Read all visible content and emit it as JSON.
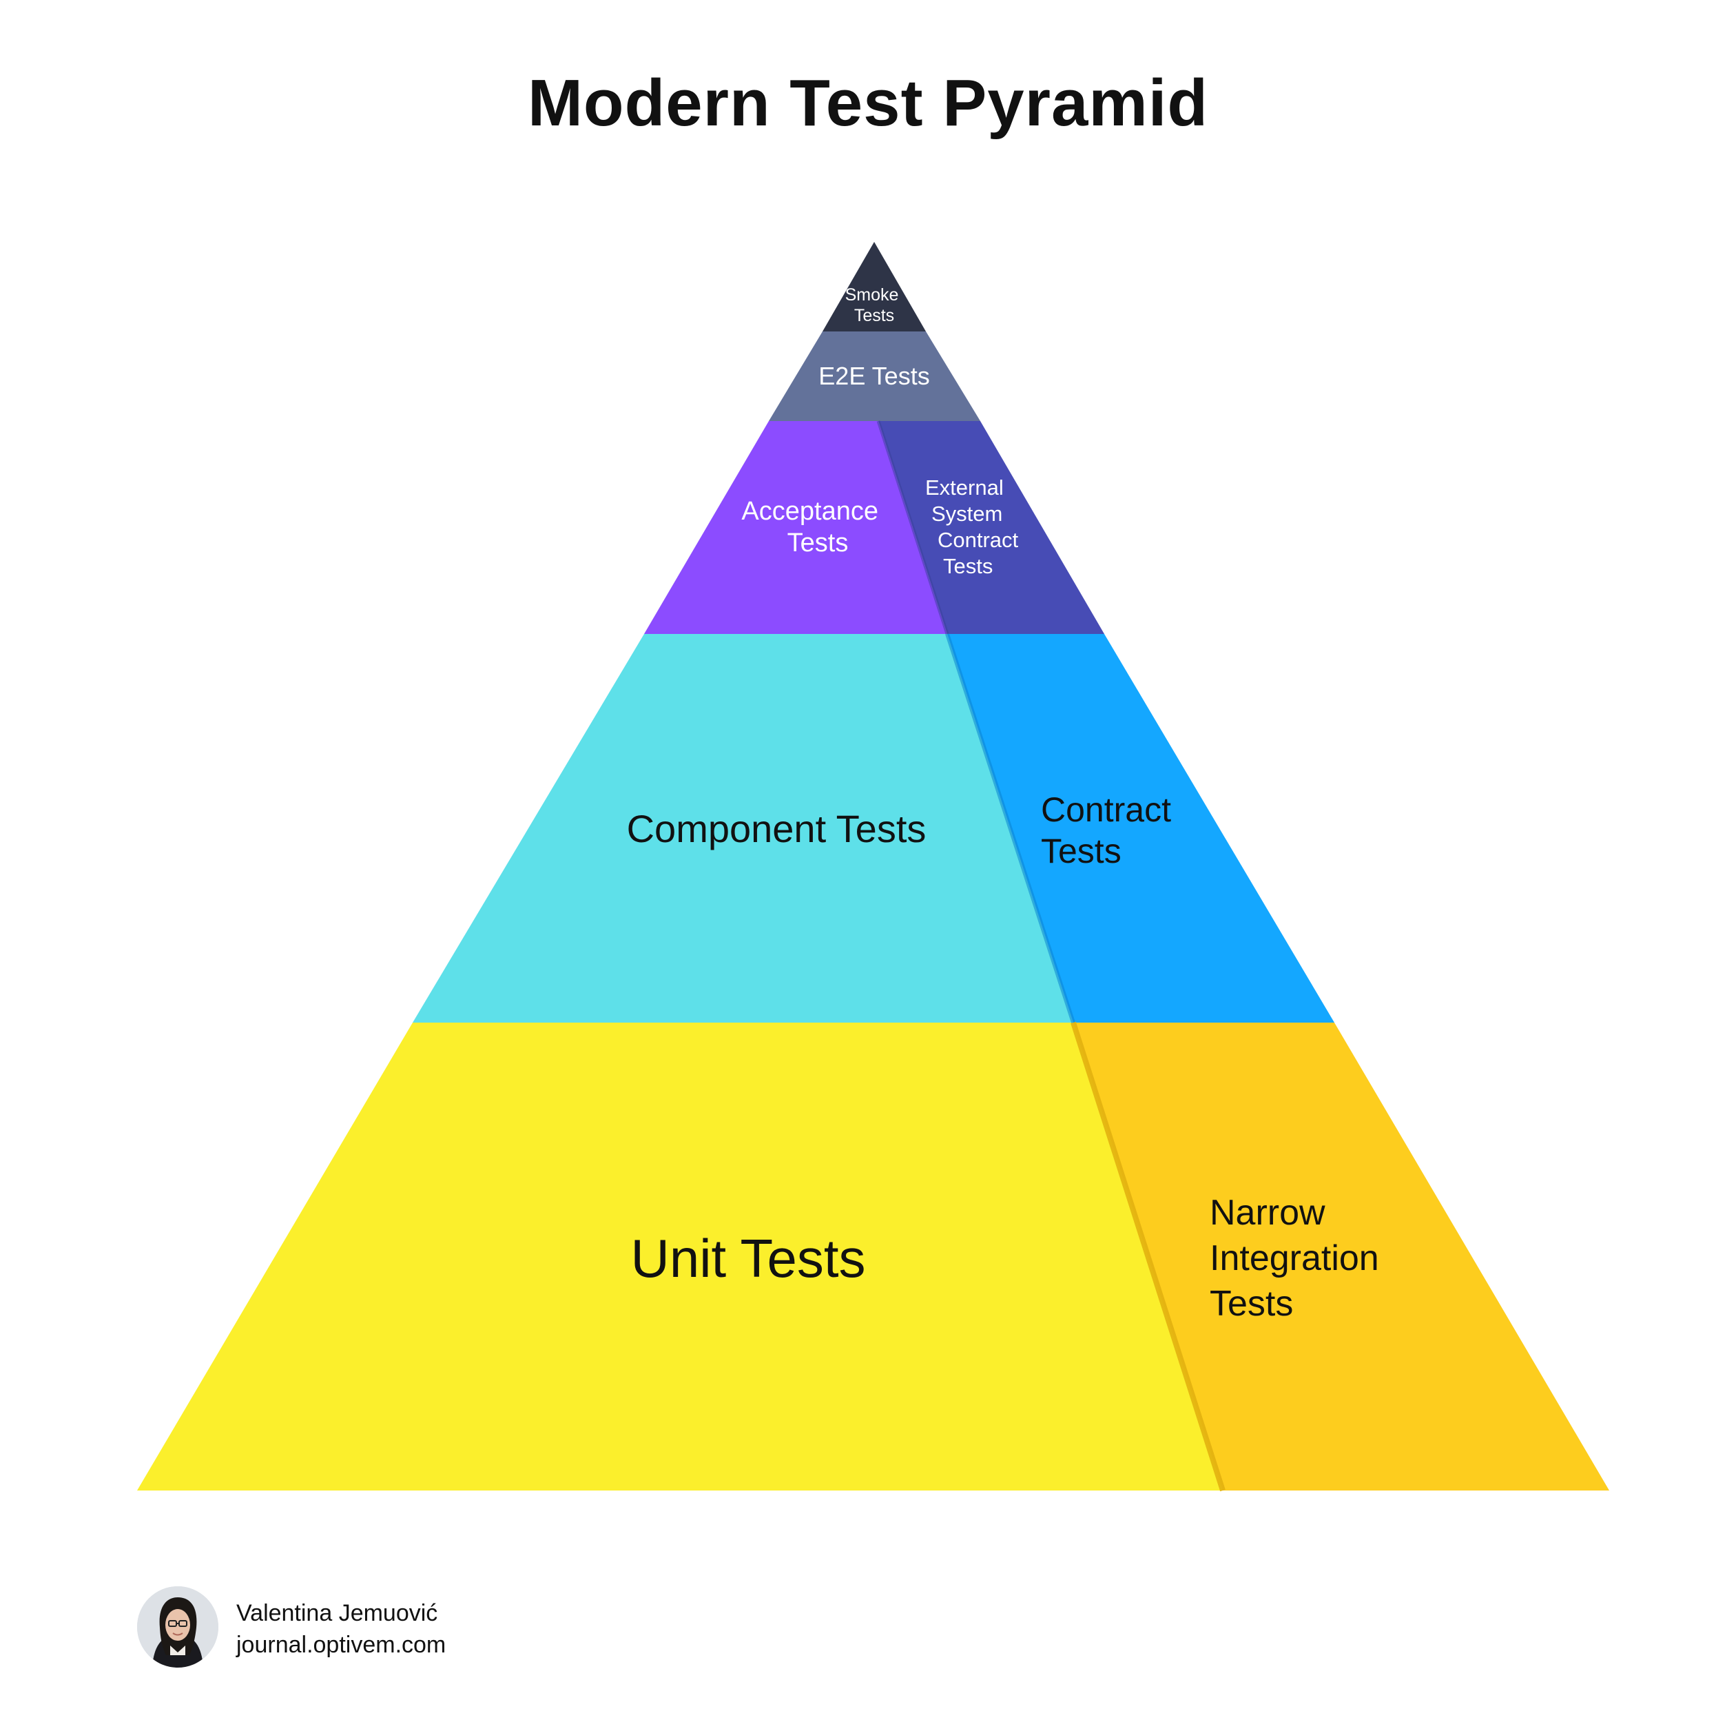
{
  "title": "Modern Test Pyramid",
  "layers": {
    "smoke": {
      "label": [
        "Smoke",
        "Tests"
      ],
      "color": "#2e3447"
    },
    "e2e": {
      "label": [
        "E2E Tests"
      ],
      "color": "#63729a"
    },
    "acceptance": {
      "label": [
        "Acceptance",
        "Tests"
      ],
      "color": "#8c4cff"
    },
    "external_contract": {
      "label": [
        "External",
        "System",
        "Contract",
        "Tests"
      ],
      "color": "#474cb5"
    },
    "component": {
      "label": [
        "Component Tests"
      ],
      "color": "#5ee0e9"
    },
    "contract": {
      "label": [
        "Contract",
        "Tests"
      ],
      "color": "#14a7ff"
    },
    "unit": {
      "label": [
        "Unit Tests"
      ],
      "color": "#fbef2c"
    },
    "narrow_integration": {
      "label": [
        "Narrow",
        "Integration",
        "Tests"
      ],
      "color": "#fdcd1e"
    }
  },
  "author": {
    "name": "Valentina Jemuović",
    "site": "journal.optivem.com"
  }
}
